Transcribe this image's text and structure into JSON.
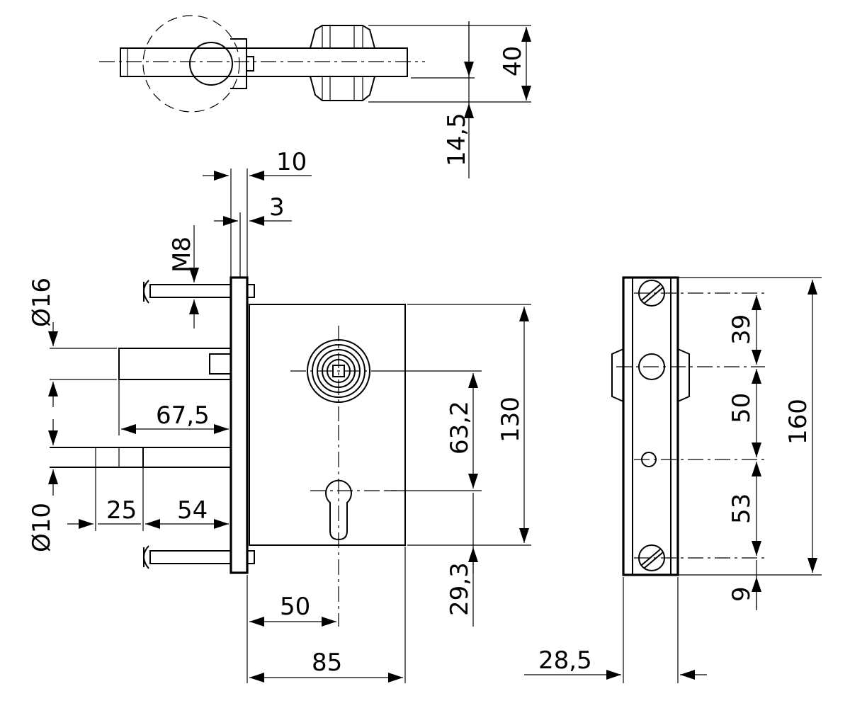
{
  "drawing_title": "",
  "dimensions": {
    "top_view_height": "40",
    "top_view_offset": "14,5",
    "plate_thickness": "10",
    "plate_gap": "3",
    "thread": "M8",
    "bolt_dia_large": "Ø16",
    "bolt_dia_small": "Ø10",
    "bolt_projection": "67,5",
    "latch_segment": "25",
    "latch_length": "54",
    "case_height": "130",
    "axis_distance": "63,2",
    "cylinder_to_bottom": "29,3",
    "backset": "50",
    "case_width": "85",
    "faceplate_top": "39",
    "faceplate_mid": "50",
    "faceplate_low": "53",
    "faceplate_bottom": "9",
    "faceplate_total": "160",
    "faceplate_width": "28,5"
  }
}
